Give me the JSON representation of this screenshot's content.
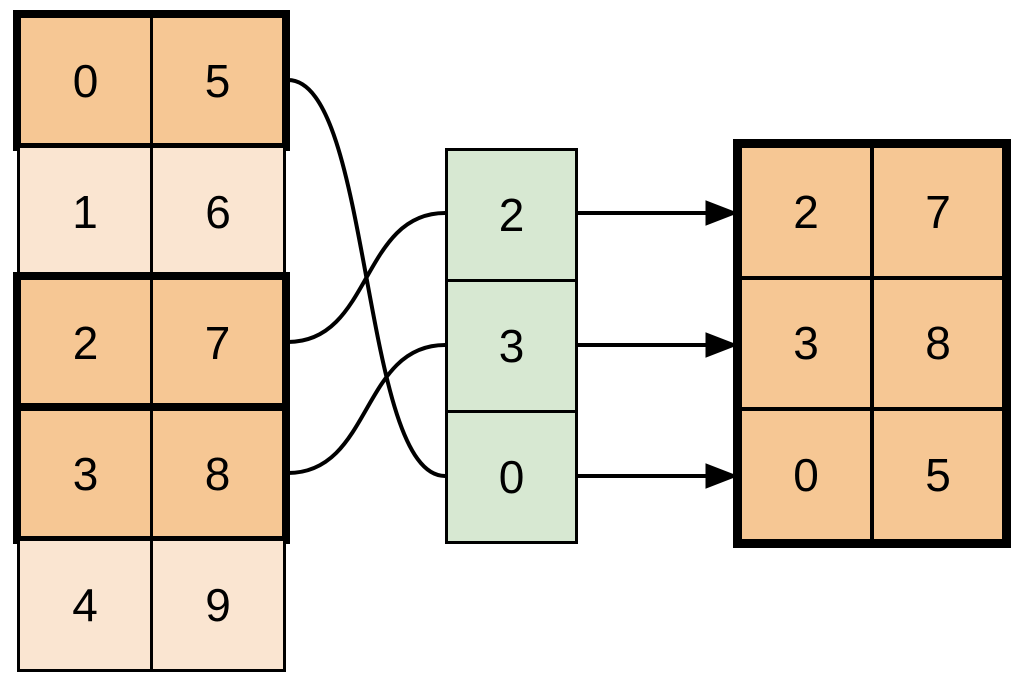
{
  "source_table": {
    "rows": [
      {
        "col0": "0",
        "col1": "5",
        "highlighted": true
      },
      {
        "col0": "1",
        "col1": "6",
        "highlighted": false
      },
      {
        "col0": "2",
        "col1": "7",
        "highlighted": true
      },
      {
        "col0": "3",
        "col1": "8",
        "highlighted": true
      },
      {
        "col0": "4",
        "col1": "9",
        "highlighted": false
      }
    ]
  },
  "index_column": {
    "cells": [
      "2",
      "3",
      "0"
    ]
  },
  "result_table": {
    "rows": [
      {
        "col0": "2",
        "col1": "7"
      },
      {
        "col0": "3",
        "col1": "8"
      },
      {
        "col0": "0",
        "col1": "5"
      }
    ]
  },
  "connections": [
    {
      "from_source_row": "0,5",
      "to_index_cell": "0"
    },
    {
      "from_source_row": "2,7",
      "to_index_cell": "2"
    },
    {
      "from_source_row": "3,8",
      "to_index_cell": "3"
    }
  ],
  "colors": {
    "highlighted_row_fill": "#F6C794",
    "normal_row_fill": "#FAE5D1",
    "index_cell_fill": "#D7E8D2",
    "line_color": "#000000",
    "background": "#FFFFFF"
  }
}
